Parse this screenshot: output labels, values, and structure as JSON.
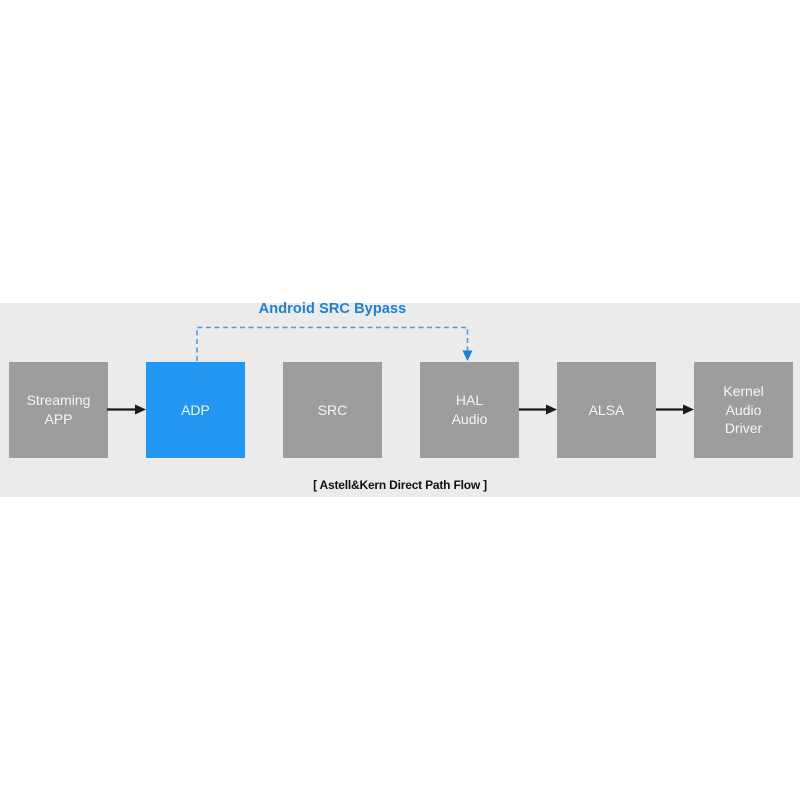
{
  "colors": {
    "page-bg": "#ffffff",
    "band-bg": "#ebebeb",
    "node-gray": "#9d9d9d",
    "node-accent": "#2196f3",
    "node-text": "#f5f5f5",
    "bypass-blue": "#1f80d2",
    "bypass-line": "#4f9ce0",
    "arrow-black": "#1a1a1a",
    "caption-color": "#111111"
  },
  "diagram": {
    "bypass_label": "Android SRC Bypass",
    "caption": "[ Astell&Kern Direct Path Flow ]",
    "nodes": [
      {
        "id": "streaming-app",
        "label": "Streaming\nAPP"
      },
      {
        "id": "adp",
        "label": "ADP"
      },
      {
        "id": "src",
        "label": "SRC"
      },
      {
        "id": "hal-audio",
        "label": "HAL\nAudio"
      },
      {
        "id": "alsa",
        "label": "ALSA"
      },
      {
        "id": "kernel-audio-driver",
        "label": "Kernel\nAudio\nDriver"
      }
    ]
  }
}
